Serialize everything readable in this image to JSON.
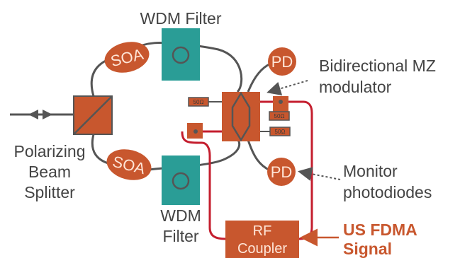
{
  "colors": {
    "orange": "#c8572e",
    "teal": "#2a9d96",
    "fiber": "#555555",
    "rf": "#c41e2e",
    "text": "#444444",
    "signal": "#c8572e"
  },
  "labels": {
    "wdm_filter_top": "WDM Filter",
    "wdm_filter_bottom_line1": "WDM",
    "wdm_filter_bottom_line2": "Filter",
    "pbs_line1": "Polarizing",
    "pbs_line2": "Beam",
    "pbs_line3": "Splitter",
    "soa": "SOA",
    "pd": "PD",
    "mz_line1": "Bidirectional MZ",
    "mz_line2": "modulator",
    "monitor_line1": "Monitor",
    "monitor_line2": "photodiodes",
    "rf_coupler_line1": "RF",
    "rf_coupler_line2": "Coupler",
    "signal_line1": "US FDMA",
    "signal_line2": "Signal",
    "termination": "50Ω"
  }
}
